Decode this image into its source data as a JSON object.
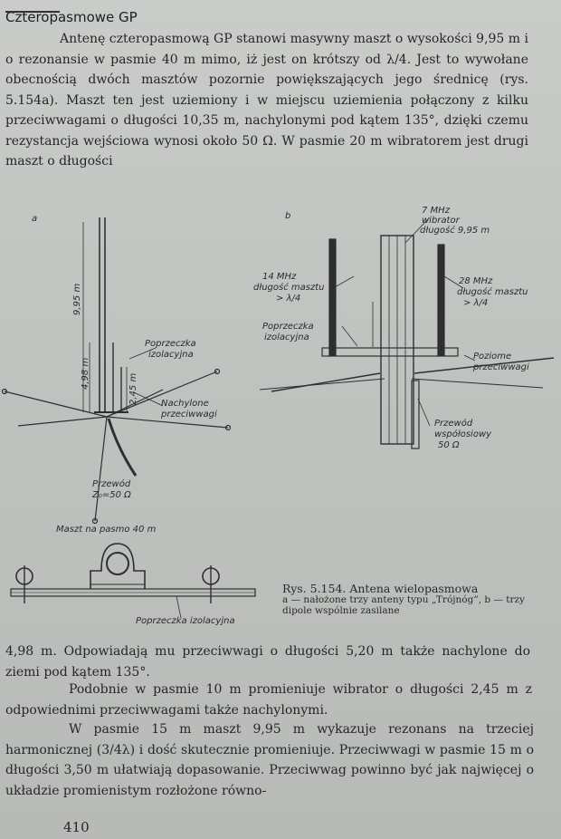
{
  "header": {
    "title": "Czteropasmowe GP"
  },
  "paragraphs": {
    "p1": "Antenę czteropasmową GP stanowi masywny maszt o wysokości 9,95 m i o rezonansie w pasmie 40 m mimo, iż jest on krótszy od λ/4. Jest to wywołane obecnością dwóch masztów pozornie powiększających jego średnicę (rys. 5.154a). Maszt ten jest uziemiony i w miejscu uziemienia połączony z kilku przeciwwagami o długości 10,35 m, nachylonymi pod kątem 135°, dzięki czemu rezystancja wejściowa wynosi około 50 Ω. W pasmie 20 m wibratorem jest drugi maszt o długości",
    "p2": "4,98 m. Odpowiadają mu przeciwwagi o długości 5,20 m także nachylone do ziemi pod kątem 135°.",
    "p3": "Podobnie w pasmie 10 m promieniuje wibrator o długości 2,45 m z odpowiednimi przeciwwagami także nachylonymi.",
    "p4": "W pasmie 15 m maszt 9,95 m wykazuje rezonans na trzeciej harmonicznej (3/4λ) i dość skutecznie promieniuje. Przeciwwagi w pasmie 15 m o długości 3,50 m ułatwiają dopasowanie. Przeciwwag powinno być jak najwięcej o układzie promienistym rozłożone równo-"
  },
  "figure": {
    "a": {
      "letter": "a",
      "dim_mast": "9,95 m",
      "dim_second": "4,98 m",
      "dim_third": "2,45 m",
      "insulator_line1": "Poprzeczka",
      "insulator_line2": "izolacyjna",
      "counterpoise_line1": "Nachylone",
      "counterpoise_line2": "przeciwwagi",
      "feed_line1": "Przewód",
      "feed_line2": "Z₀=50 Ω",
      "mast_caption": "Maszt na pasmo 40 m",
      "crossbar_caption": "Poprzeczka izolacyjna"
    },
    "b": {
      "letter": "b",
      "wib_line1": "7 MHz",
      "wib_line2": "wibrator",
      "wib_line3": "długość 9,95 m",
      "left_line1": "14 MHz",
      "left_line2": "długość masztu",
      "left_line3": "> λ/4",
      "right_line1": "28 MHz",
      "right_line2": "długość masztu",
      "right_line3": "> λ/4",
      "insulator_line1": "Poprzeczka",
      "insulator_line2": "izolacyjna",
      "horiz_line1": "Poziome",
      "horiz_line2": "przeciwwagi",
      "coax_line1": "Przewód",
      "coax_line2": "współosiowy",
      "coax_line3": "50 Ω"
    }
  },
  "caption": {
    "title": "Rys. 5.154. Antena wielopasmowa",
    "text": "a — nałożone trzy anteny typu „Trójnóg”, b — trzy dipole wspólnie zasilane"
  },
  "page_number": "410"
}
